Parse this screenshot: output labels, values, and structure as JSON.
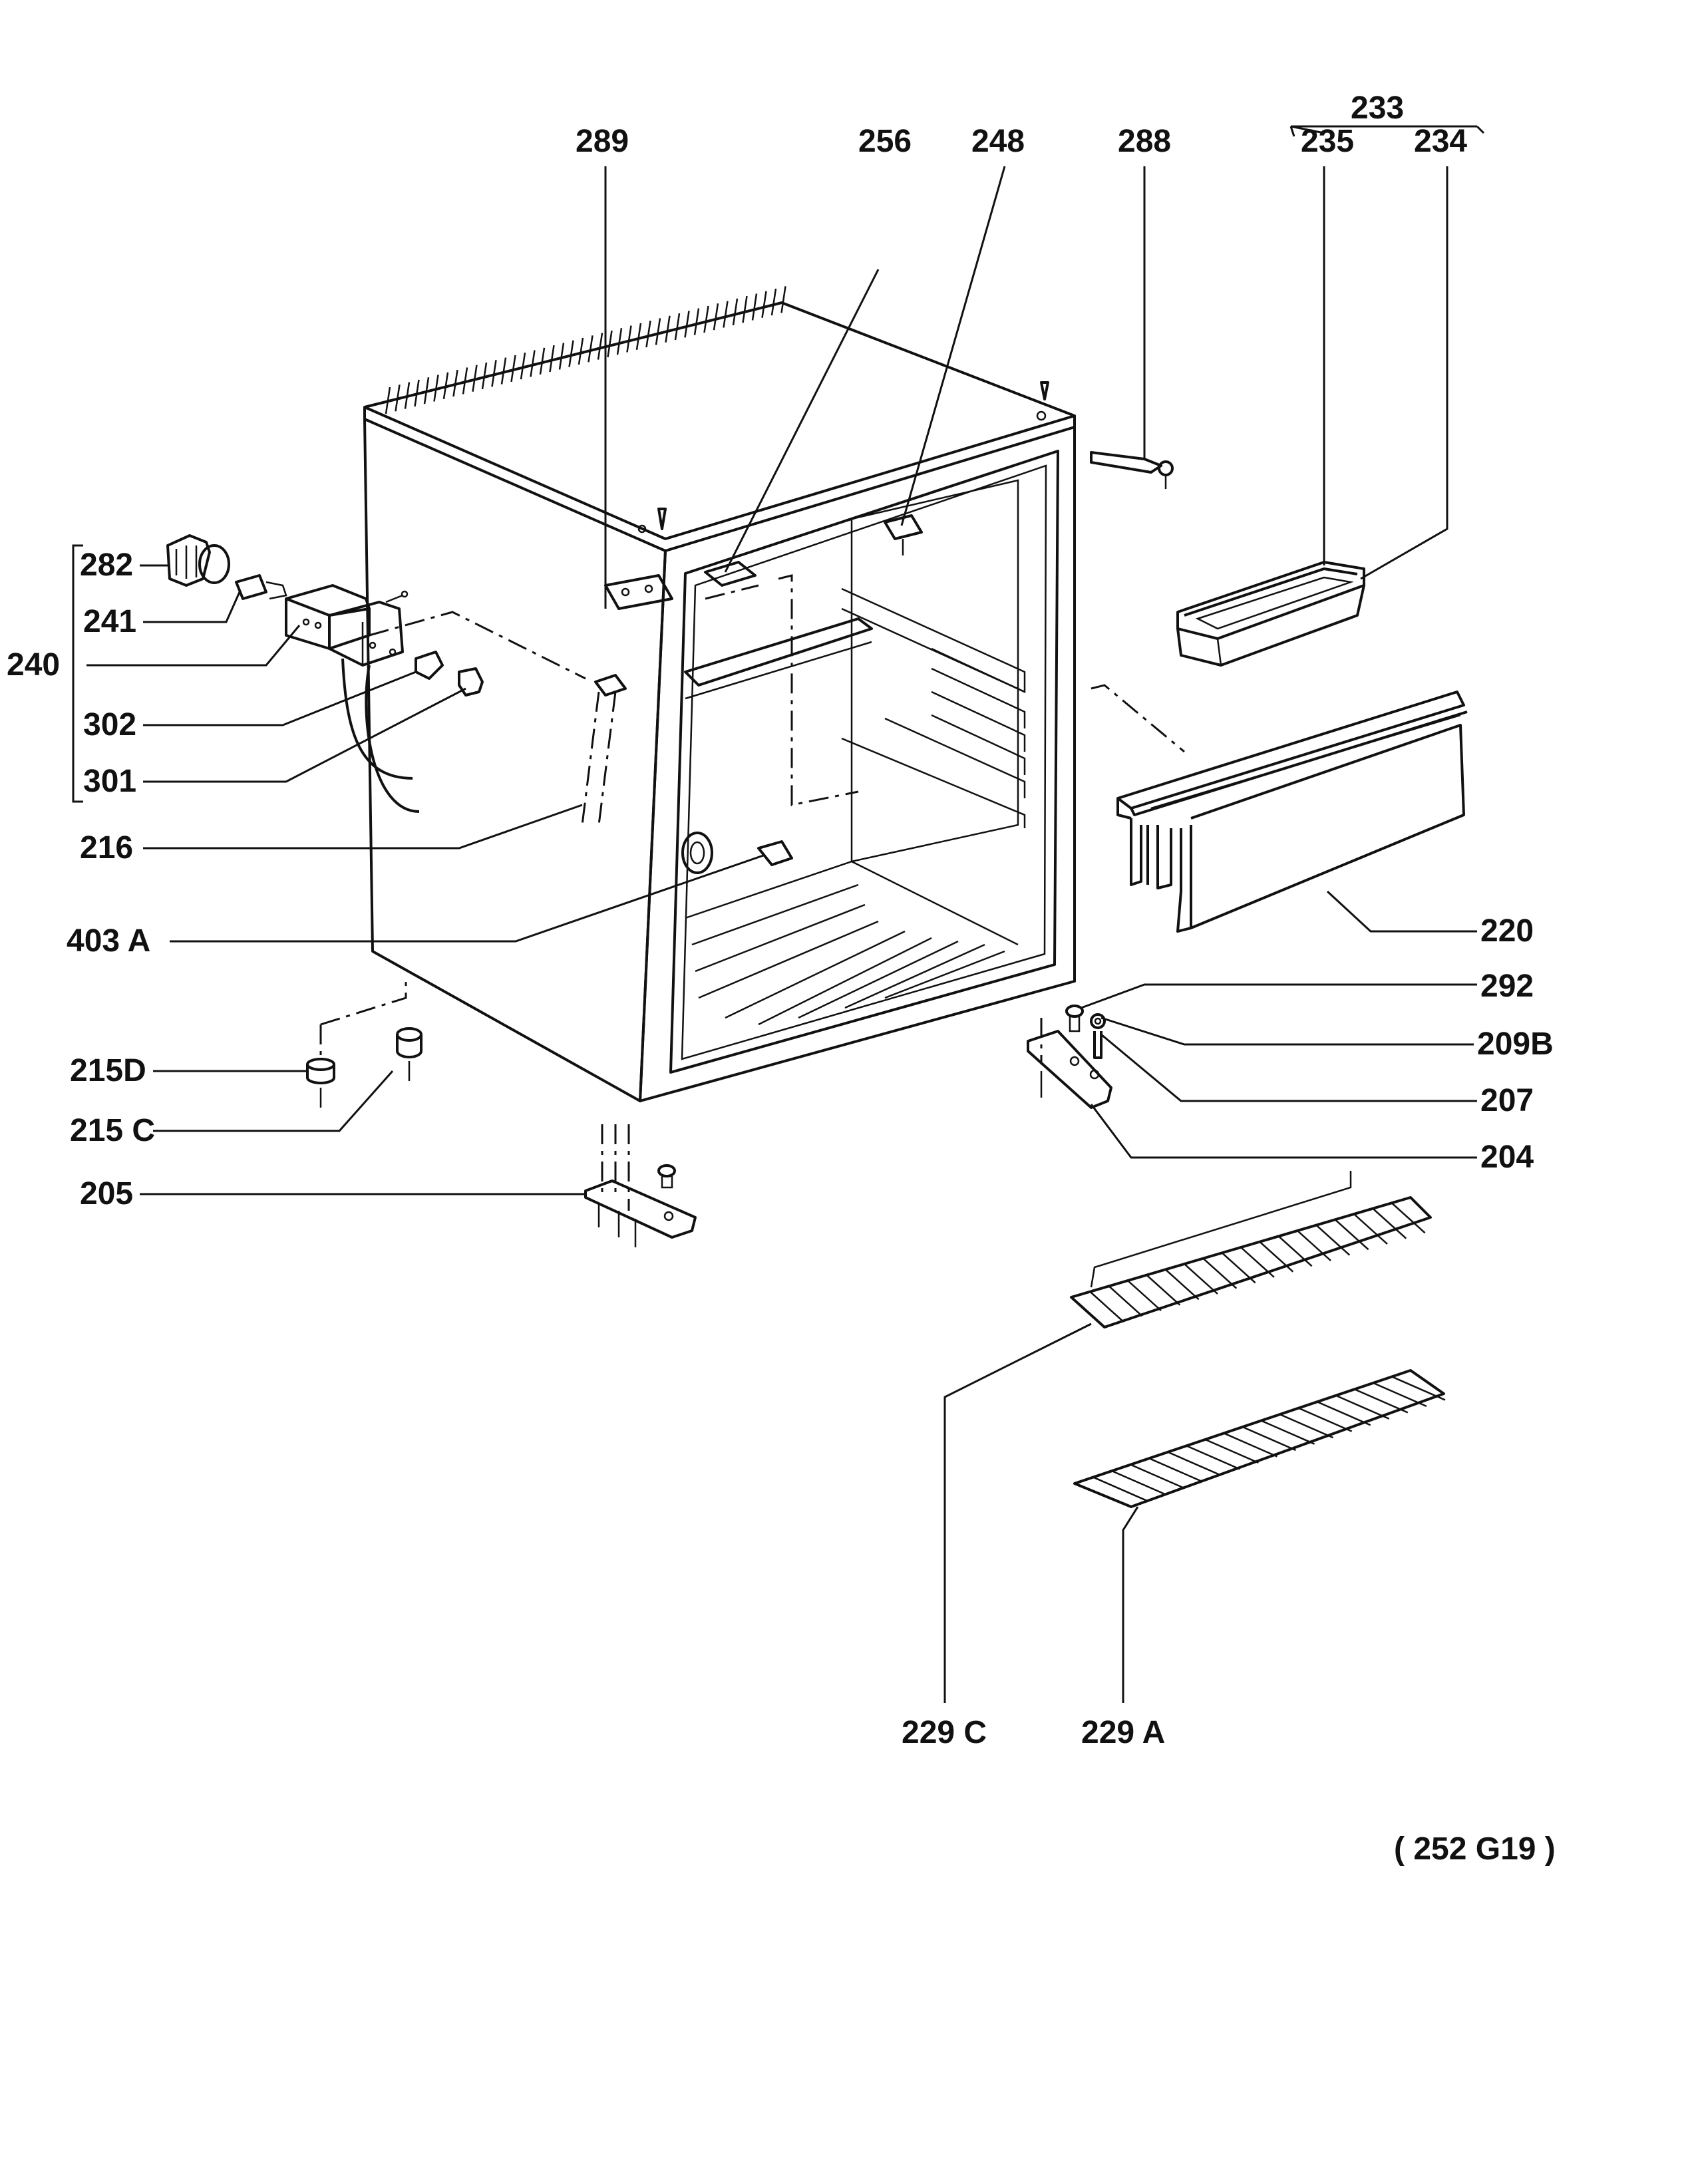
{
  "labels": {
    "l289": "289",
    "l256": "256",
    "l248": "248",
    "l288": "288",
    "l233": "233",
    "l235": "235",
    "l234": "234",
    "l282": "282",
    "l241": "241",
    "l240": "240",
    "l302": "302",
    "l301": "301",
    "l216": "216",
    "l403a": "403 A",
    "l215d": "215D",
    "l215c": "215 C",
    "l205": "205",
    "l220": "220",
    "l292": "292",
    "l209b": "209B",
    "l207": "207",
    "l204": "204",
    "l229c": "229 C",
    "l229a": "229 A"
  },
  "code": "( 252 G19 )"
}
